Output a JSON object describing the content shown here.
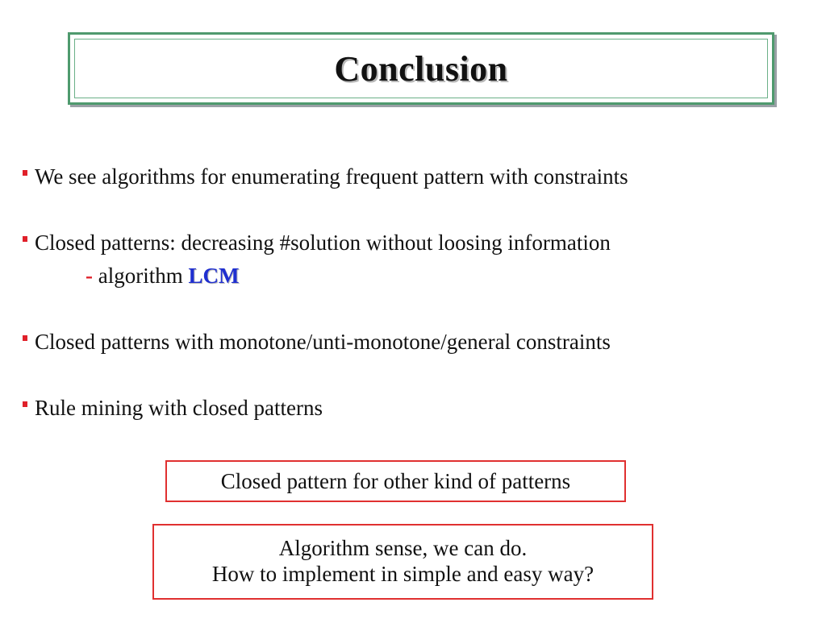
{
  "slide": {
    "title": "Conclusion"
  },
  "bullets": [
    {
      "text": "We see algorithms for enumerating frequent pattern with constraints"
    },
    {
      "text": "Closed patterns: decreasing #solution without loosing information"
    },
    {
      "text": "Closed patterns with monotone/unti-monotone/general constraints"
    },
    {
      "text": "Rule mining with closed patterns"
    }
  ],
  "sub_bullet": {
    "dash": "-",
    "text": "algorithm",
    "highlight": "LCM"
  },
  "boxes": {
    "box1": {
      "text": "Closed pattern for other kind of patterns"
    },
    "box2": {
      "line1": "Algorithm sense, we can do.",
      "line2": "How to implement in simple and easy way?"
    }
  },
  "colors": {
    "title_border": "#4f9a6e",
    "bullet": "#e0202a",
    "highlight": "#1f2fd0",
    "box_border": "#e03030"
  }
}
